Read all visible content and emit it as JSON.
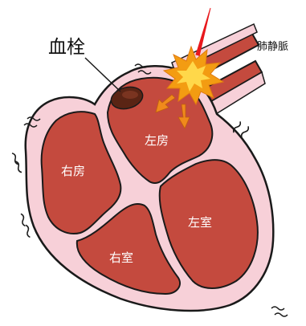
{
  "diagram": {
    "clot_label": "血栓",
    "vein_label": "肺静脈",
    "chambers": {
      "left_atrium": "左房",
      "right_atrium": "右房",
      "left_ventricle": "左室",
      "right_ventricle": "右室"
    }
  },
  "colors": {
    "muscle": "#c44a3e",
    "wall": "#f7d0d8",
    "outline": "#1a1a1a",
    "clot": "#5a2414",
    "burst_outer": "#f39c12",
    "burst_inner": "#ffd84a",
    "arrow": "#f08a1c",
    "spark": "#e8181c"
  }
}
